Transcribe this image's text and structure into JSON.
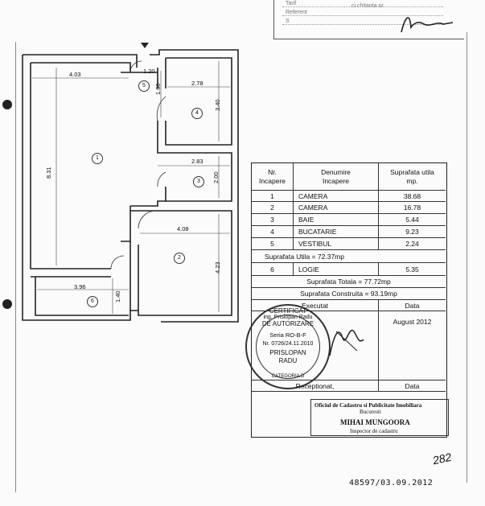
{
  "top_form": {
    "line1": "Tarif",
    "line1b": "ci chitanta nr",
    "line2": "Referent",
    "line3": "S"
  },
  "plan": {
    "dims": {
      "d_403": "4.03",
      "d_120": "1.20",
      "d_160": "1.60",
      "d_278": "2.78",
      "d_340": "3.40",
      "d_831": "8.31",
      "d_283": "2.83",
      "d_200": "2.00",
      "d_408": "4.08",
      "d_423": "4.23",
      "d_396": "3.96",
      "d_140": "1.40"
    },
    "rooms": [
      "1",
      "2",
      "3",
      "4",
      "5",
      "6"
    ]
  },
  "table": {
    "headers": {
      "nr": [
        "Nr.",
        "Incapere"
      ],
      "name": [
        "Denumire",
        "Incapere"
      ],
      "area": [
        "Suprafata utila",
        "mp."
      ]
    },
    "rows": [
      {
        "nr": "1",
        "name": "CAMERA",
        "area": "38.68"
      },
      {
        "nr": "2",
        "name": "CAMERA",
        "area": "16.78"
      },
      {
        "nr": "3",
        "name": "BAIE",
        "area": "5.44"
      },
      {
        "nr": "4",
        "name": "BUCATARIE",
        "area": "9.23"
      },
      {
        "nr": "5",
        "name": "VESTIBUL",
        "area": "2.24"
      }
    ],
    "util_total": "Suprafata Utila = 72.37mp",
    "loggia": {
      "nr": "6",
      "name": "LOGIE",
      "area": "5.35"
    },
    "total": "Suprafata Totala = 77.72mp",
    "constructed": "Suprafata Construita = 93.19mp",
    "executed_label": "Executat",
    "data_label": "Data",
    "executed_date": "August 2012",
    "received_label": "Receptionat,",
    "data_label2": "Data"
  },
  "stamp": {
    "cert": "CERTIFICAT",
    "authorization": "DE AUTORIZARE",
    "series": "Seria RO-B-F",
    "number": "Nr. 0726/24.11.2010",
    "name1": "PRISLOPAN",
    "name2": "RADU",
    "category": "CATEGORIA D",
    "engineer": "ing. Prislopan Radu"
  },
  "cadastre_stamp": {
    "line1": "Oficiul de Cadastru si Publicitate Imobiliara",
    "line2": "Bucuresti",
    "name": "MIHAI MUNGOORA",
    "role": "Inspector de cadastru"
  },
  "footer": {
    "ref": "48597/03.09.2012",
    "signature": "282"
  }
}
